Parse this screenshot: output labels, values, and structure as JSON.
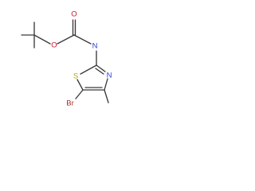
{
  "molecule": {
    "atoms": {
      "carbonyl_o": {
        "label": "O",
        "color": "#d0152b"
      },
      "ester_o": {
        "label": "O",
        "color": "#d0152b"
      },
      "amide_n": {
        "label": "N",
        "color": "#2a3fd4"
      },
      "ring_s": {
        "label": "S",
        "color": "#b8a20a"
      },
      "ring_n": {
        "label": "N",
        "color": "#2a3fd4"
      },
      "bromine": {
        "label": "Br",
        "color": "#a52a2a"
      }
    },
    "bond_color": "#3a3a3a"
  }
}
